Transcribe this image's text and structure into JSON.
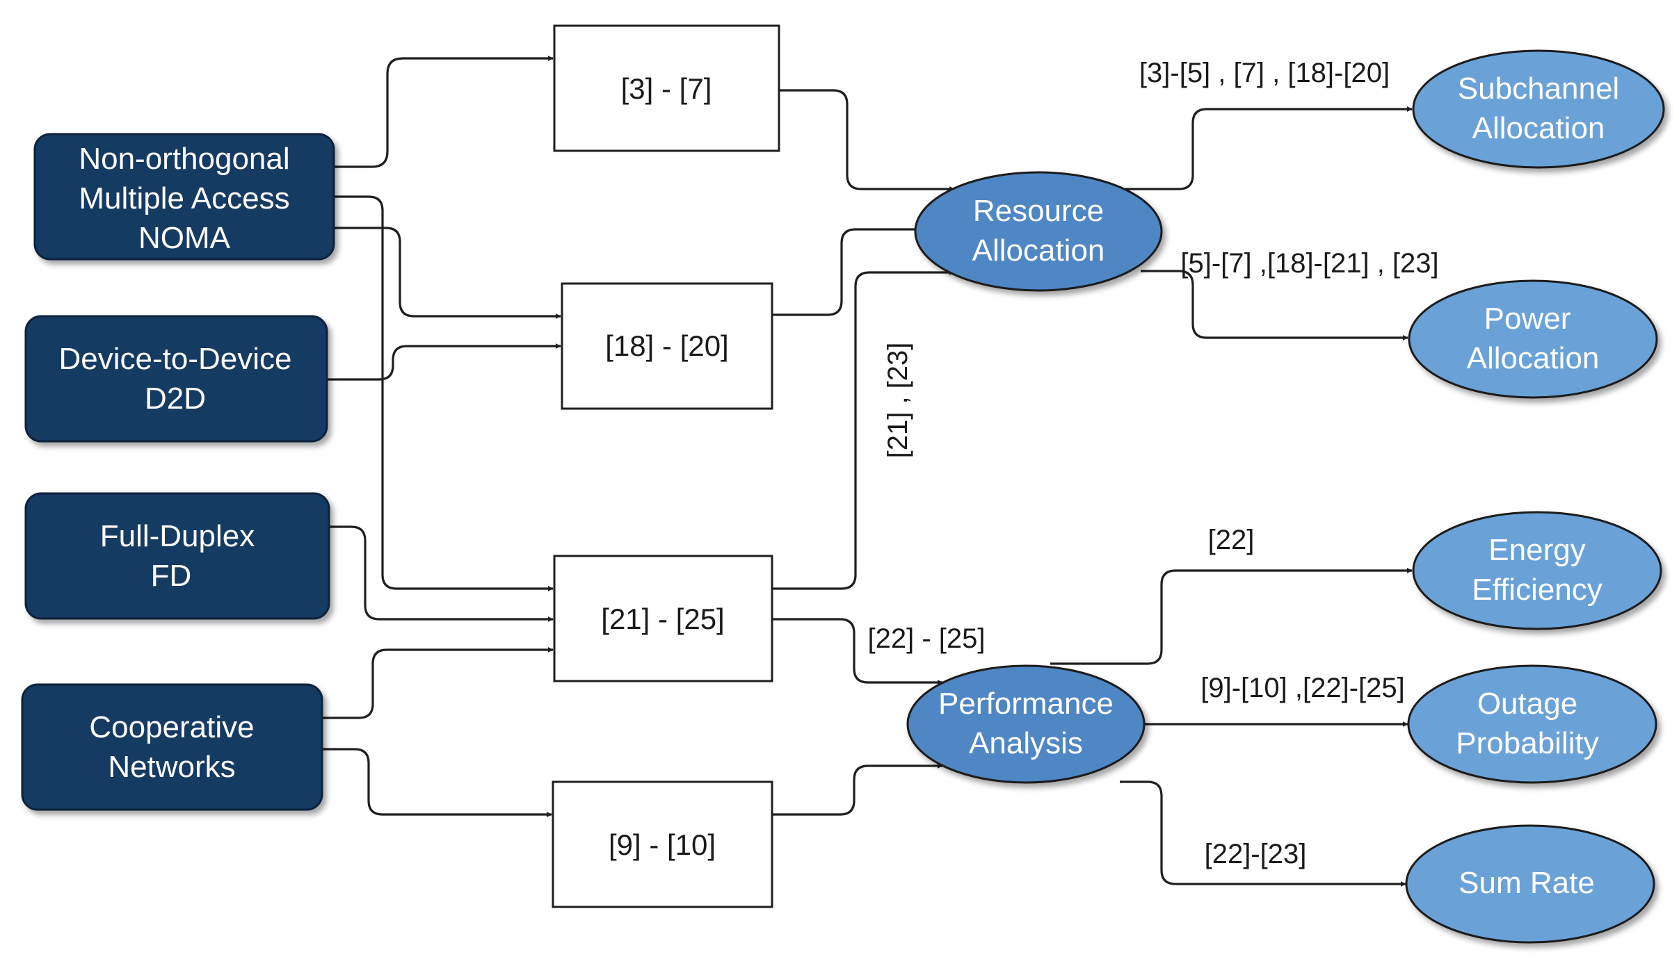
{
  "tech_nodes": {
    "noma": {
      "line1": "Non-orthogonal",
      "line2": "Multiple Access",
      "line3": "NOMA"
    },
    "d2d": {
      "line1": "Device-to-Device",
      "line2": "D2D"
    },
    "fd": {
      "line1": "Full-Duplex",
      "line2": "FD"
    },
    "coop": {
      "line1": "Cooperative",
      "line2": "Networks"
    }
  },
  "ref_boxes": {
    "r3_7": "[3] - [7]",
    "r18_20": "[18] - [20]",
    "r21_25": "[21] - [25]",
    "r9_10": "[9] - [10]"
  },
  "categories": {
    "resource": {
      "line1": "Resource",
      "line2": "Allocation"
    },
    "performance": {
      "line1": "Performance",
      "line2": "Analysis"
    }
  },
  "outcomes": {
    "subchannel": {
      "line1": "Subchannel",
      "line2": "Allocation"
    },
    "power": {
      "line1": "Power",
      "line2": "Allocation"
    },
    "energy": {
      "line1": "Energy",
      "line2": "Efficiency"
    },
    "outage": {
      "line1": "Outage",
      "line2": "Probability"
    },
    "sumrate": {
      "line1": "Sum Rate"
    }
  },
  "edge_labels": {
    "subchannel": "[3]-[5] , [7] , [18]-[20]",
    "power": "[5]-[7] ,[18]-[21] , [23]",
    "r21_23": "[21] , [23]",
    "r22_25": "[22] - [25]",
    "energy": "[22]",
    "outage": "[9]-[10] ,[22]-[25]",
    "sumrate": "[22]-[23]"
  },
  "colors": {
    "tech_fill": "#143a63",
    "oval_fill": "#6aa2d8",
    "category_fill": "#4f86c4",
    "line": "#1f1f1f"
  }
}
